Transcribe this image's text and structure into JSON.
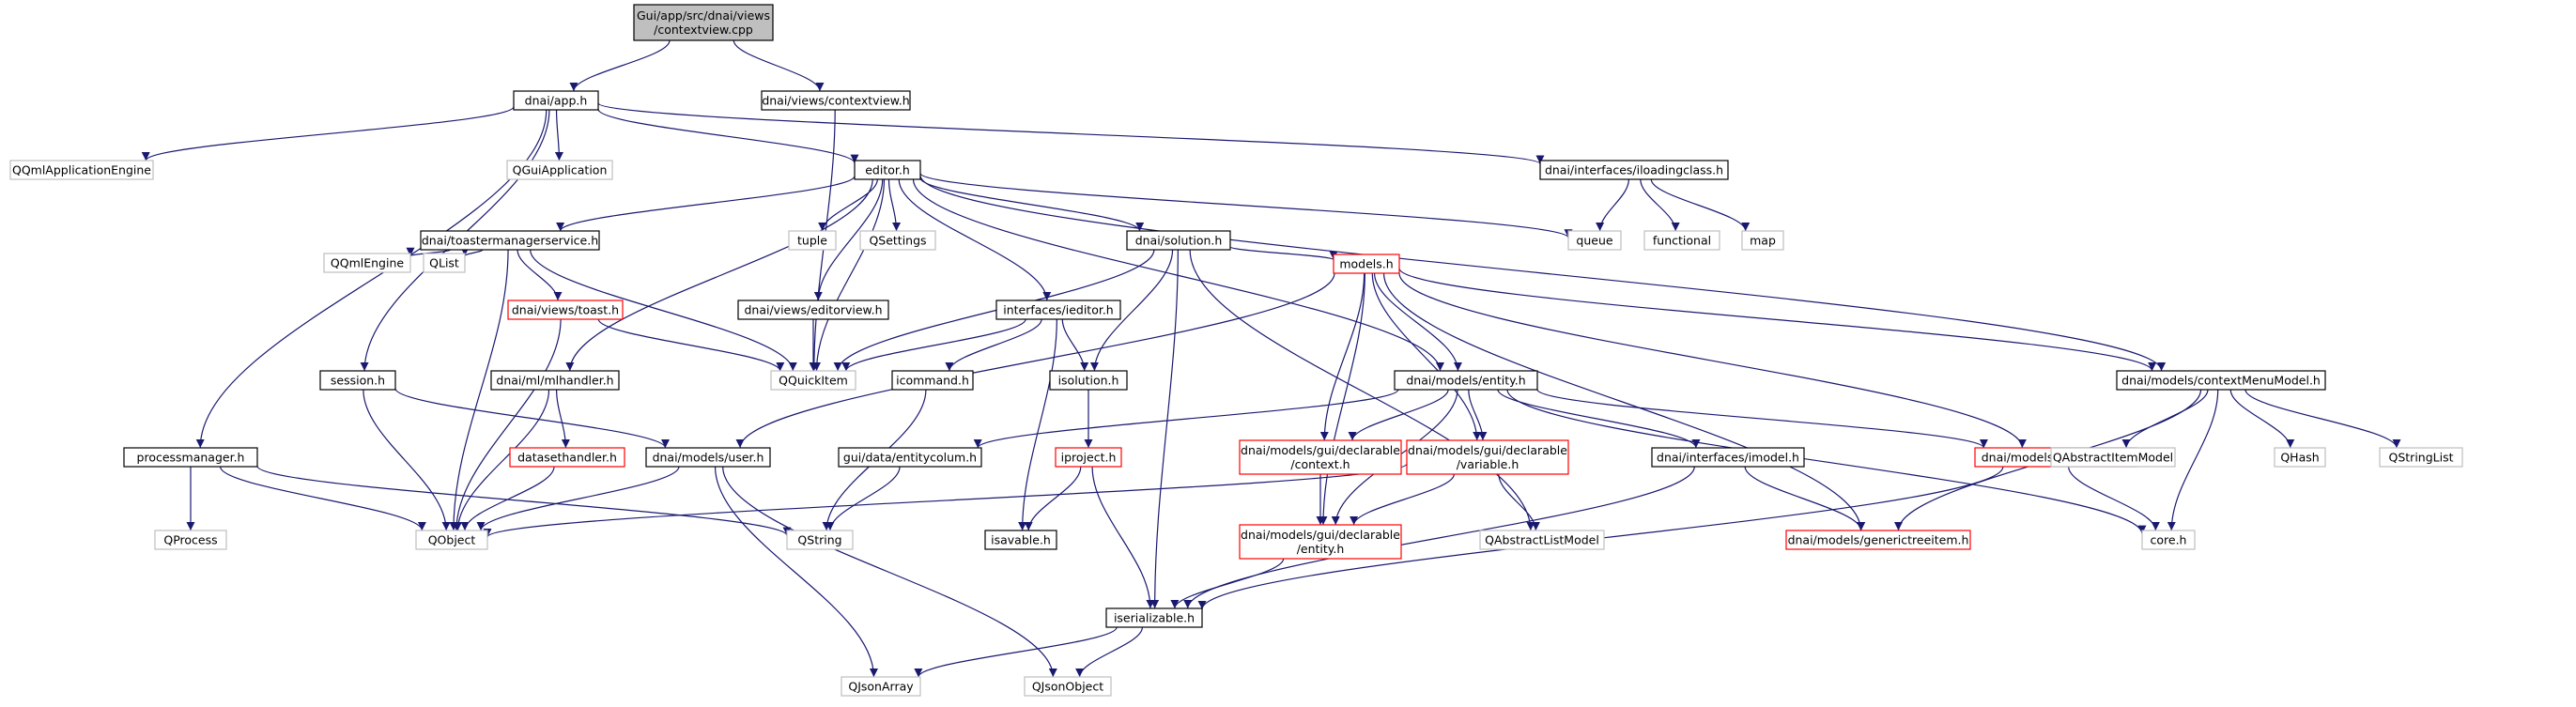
{
  "diagram": {
    "nodes": {
      "root": {
        "lines": [
          "Gui/app/src/dnai/views",
          "/contextview.cpp"
        ],
        "style": "root"
      },
      "app_h": {
        "lines": [
          "dnai/app.h"
        ],
        "style": "normal"
      },
      "views_contextview_h": {
        "lines": [
          "dnai/views/contextview.h"
        ],
        "style": "normal"
      },
      "qqmlapplicationengine": {
        "lines": [
          "QQmlApplicationEngine"
        ],
        "style": "gray"
      },
      "qguiapplication": {
        "lines": [
          "QGuiApplication"
        ],
        "style": "gray"
      },
      "editor_h": {
        "lines": [
          "editor.h"
        ],
        "style": "normal"
      },
      "iloadingclass_h": {
        "lines": [
          "dnai/interfaces/iloadingclass.h"
        ],
        "style": "normal"
      },
      "toastermanagerservice_h": {
        "lines": [
          "dnai/toastermanagerservice.h"
        ],
        "style": "normal"
      },
      "tuple": {
        "lines": [
          "tuple"
        ],
        "style": "gray"
      },
      "qsettings": {
        "lines": [
          "QSettings"
        ],
        "style": "gray"
      },
      "solution_h": {
        "lines": [
          "dnai/solution.h"
        ],
        "style": "normal"
      },
      "queue": {
        "lines": [
          "queue"
        ],
        "style": "gray"
      },
      "functional": {
        "lines": [
          "functional"
        ],
        "style": "gray"
      },
      "map": {
        "lines": [
          "map"
        ],
        "style": "gray"
      },
      "qqmlengine": {
        "lines": [
          "QQmlEngine"
        ],
        "style": "gray"
      },
      "qlist": {
        "lines": [
          "QList"
        ],
        "style": "gray"
      },
      "toast_h": {
        "lines": [
          "dnai/views/toast.h"
        ],
        "style": "red"
      },
      "editorview_h": {
        "lines": [
          "dnai/views/editorview.h"
        ],
        "style": "normal"
      },
      "ieditor_h": {
        "lines": [
          "interfaces/ieditor.h"
        ],
        "style": "normal"
      },
      "models_h": {
        "lines": [
          "models.h"
        ],
        "style": "red"
      },
      "session_h": {
        "lines": [
          "session.h"
        ],
        "style": "normal"
      },
      "mlhandler_h": {
        "lines": [
          "dnai/ml/mlhandler.h"
        ],
        "style": "normal"
      },
      "qquickitem": {
        "lines": [
          "QQuickItem"
        ],
        "style": "gray"
      },
      "icommand_h": {
        "lines": [
          "icommand.h"
        ],
        "style": "normal"
      },
      "isolution_h": {
        "lines": [
          "isolution.h"
        ],
        "style": "normal"
      },
      "models_entity_h": {
        "lines": [
          "dnai/models/entity.h"
        ],
        "style": "normal"
      },
      "contextmenumodel_h": {
        "lines": [
          "dnai/models/contextMenuModel.h"
        ],
        "style": "normal"
      },
      "processmanager_h": {
        "lines": [
          "processmanager.h"
        ],
        "style": "normal"
      },
      "datasethandler_h": {
        "lines": [
          "datasethandler.h"
        ],
        "style": "red"
      },
      "user_h": {
        "lines": [
          "dnai/models/user.h"
        ],
        "style": "normal"
      },
      "entitycolum_h": {
        "lines": [
          "gui/data/entitycolum.h"
        ],
        "style": "normal"
      },
      "iproject_h": {
        "lines": [
          "iproject.h"
        ],
        "style": "red"
      },
      "declarable_context_h": {
        "lines": [
          "dnai/models/gui/declarable",
          "/context.h"
        ],
        "style": "red"
      },
      "declarable_variable_h": {
        "lines": [
          "dnai/models/gui/declarable",
          "/variable.h"
        ],
        "style": "red"
      },
      "imodel_h": {
        "lines": [
          "dnai/interfaces/imodel.h"
        ],
        "style": "normal"
      },
      "core_entity_h": {
        "lines": [
          "dnai/models/core/entity.h"
        ],
        "style": "red"
      },
      "qabstractitemmodel": {
        "lines": [
          "QAbstractItemModel"
        ],
        "style": "gray"
      },
      "qhash": {
        "lines": [
          "QHash"
        ],
        "style": "gray"
      },
      "qstringlist": {
        "lines": [
          "QStringList"
        ],
        "style": "gray"
      },
      "qprocess": {
        "lines": [
          "QProcess"
        ],
        "style": "gray"
      },
      "qobject": {
        "lines": [
          "QObject"
        ],
        "style": "gray"
      },
      "qstring": {
        "lines": [
          "QString"
        ],
        "style": "gray"
      },
      "isavable_h": {
        "lines": [
          "isavable.h"
        ],
        "style": "normal"
      },
      "declarable_entity_h": {
        "lines": [
          "dnai/models/gui/declarable",
          "/entity.h"
        ],
        "style": "red"
      },
      "qabstractlistmodel": {
        "lines": [
          "QAbstractListModel"
        ],
        "style": "gray"
      },
      "generictreeitem_h": {
        "lines": [
          "dnai/models/generictreeitem.h"
        ],
        "style": "red"
      },
      "core_h": {
        "lines": [
          "core.h"
        ],
        "style": "gray"
      },
      "iserializable_h": {
        "lines": [
          "iserializable.h"
        ],
        "style": "normal"
      },
      "qjsonarray": {
        "lines": [
          "QJsonArray"
        ],
        "style": "gray"
      },
      "qjsonobject": {
        "lines": [
          "QJsonObject"
        ],
        "style": "gray"
      }
    },
    "edges": [
      [
        "root",
        "app_h"
      ],
      [
        "root",
        "views_contextview_h"
      ],
      [
        "app_h",
        "qqmlapplicationengine"
      ],
      [
        "app_h",
        "qguiapplication"
      ],
      [
        "app_h",
        "editor_h"
      ],
      [
        "app_h",
        "iloadingclass_h"
      ],
      [
        "app_h",
        "session_h"
      ],
      [
        "app_h",
        "processmanager_h"
      ],
      [
        "views_contextview_h",
        "qquickitem"
      ],
      [
        "iloadingclass_h",
        "queue"
      ],
      [
        "iloadingclass_h",
        "functional"
      ],
      [
        "iloadingclass_h",
        "map"
      ],
      [
        "editor_h",
        "toastermanagerservice_h"
      ],
      [
        "editor_h",
        "tuple"
      ],
      [
        "editor_h",
        "qsettings"
      ],
      [
        "editor_h",
        "solution_h"
      ],
      [
        "editor_h",
        "queue"
      ],
      [
        "editor_h",
        "mlhandler_h"
      ],
      [
        "editor_h",
        "editorview_h"
      ],
      [
        "editor_h",
        "ieditor_h"
      ],
      [
        "editor_h",
        "models_entity_h"
      ],
      [
        "editor_h",
        "contextmenumodel_h"
      ],
      [
        "editor_h",
        "qquickitem"
      ],
      [
        "toastermanagerservice_h",
        "qqmlengine"
      ],
      [
        "toastermanagerservice_h",
        "qlist"
      ],
      [
        "toastermanagerservice_h",
        "toast_h"
      ],
      [
        "toastermanagerservice_h",
        "qquickitem"
      ],
      [
        "toastermanagerservice_h",
        "qobject"
      ],
      [
        "toast_h",
        "qquickitem"
      ],
      [
        "toast_h",
        "qobject"
      ],
      [
        "editorview_h",
        "qquickitem"
      ],
      [
        "ieditor_h",
        "qquickitem"
      ],
      [
        "ieditor_h",
        "icommand_h"
      ],
      [
        "ieditor_h",
        "isolution_h"
      ],
      [
        "ieditor_h",
        "isavable_h"
      ],
      [
        "solution_h",
        "qquickitem"
      ],
      [
        "solution_h",
        "models_h"
      ],
      [
        "solution_h",
        "isolution_h"
      ],
      [
        "solution_h",
        "iserializable_h"
      ],
      [
        "solution_h",
        "qabstractlistmodel"
      ],
      [
        "models_h",
        "user_h"
      ],
      [
        "models_h",
        "models_entity_h"
      ],
      [
        "models_h",
        "declarable_context_h"
      ],
      [
        "models_h",
        "declarable_variable_h"
      ],
      [
        "models_h",
        "declarable_entity_h"
      ],
      [
        "models_h",
        "core_entity_h"
      ],
      [
        "models_h",
        "contextmenumodel_h"
      ],
      [
        "models_h",
        "generictreeitem_h"
      ],
      [
        "session_h",
        "user_h"
      ],
      [
        "session_h",
        "qobject"
      ],
      [
        "mlhandler_h",
        "datasethandler_h"
      ],
      [
        "mlhandler_h",
        "qobject"
      ],
      [
        "icommand_h",
        "qstring"
      ],
      [
        "isolution_h",
        "iproject_h"
      ],
      [
        "iproject_h",
        "isavable_h"
      ],
      [
        "iproject_h",
        "iserializable_h"
      ],
      [
        "models_entity_h",
        "entitycolum_h"
      ],
      [
        "models_entity_h",
        "declarable_context_h"
      ],
      [
        "models_entity_h",
        "declarable_variable_h"
      ],
      [
        "models_entity_h",
        "declarable_entity_h"
      ],
      [
        "models_entity_h",
        "imodel_h"
      ],
      [
        "models_entity_h",
        "core_entity_h"
      ],
      [
        "models_entity_h",
        "core_h"
      ],
      [
        "contextmenumodel_h",
        "qabstractitemmodel"
      ],
      [
        "contextmenumodel_h",
        "qhash"
      ],
      [
        "contextmenumodel_h",
        "qstringlist"
      ],
      [
        "contextmenumodel_h",
        "core_h"
      ],
      [
        "contextmenumodel_h",
        "generictreeitem_h"
      ],
      [
        "processmanager_h",
        "qprocess"
      ],
      [
        "processmanager_h",
        "qobject"
      ],
      [
        "processmanager_h",
        "qstring"
      ],
      [
        "datasethandler_h",
        "qobject"
      ],
      [
        "user_h",
        "qobject"
      ],
      [
        "user_h",
        "qjsonarray"
      ],
      [
        "user_h",
        "qjsonobject"
      ],
      [
        "entitycolum_h",
        "qstring"
      ],
      [
        "declarable_context_h",
        "declarable_entity_h"
      ],
      [
        "declarable_variable_h",
        "declarable_entity_h"
      ],
      [
        "declarable_variable_h",
        "qabstractlistmodel"
      ],
      [
        "declarable_variable_h",
        "qobject"
      ],
      [
        "declarable_entity_h",
        "iserializable_h"
      ],
      [
        "imodel_h",
        "generictreeitem_h"
      ],
      [
        "imodel_h",
        "iserializable_h"
      ],
      [
        "core_entity_h",
        "core_h"
      ],
      [
        "core_entity_h",
        "iserializable_h"
      ],
      [
        "iserializable_h",
        "qjsonarray"
      ],
      [
        "iserializable_h",
        "qjsonobject"
      ]
    ],
    "colors": {
      "normal": "#000000",
      "gray": "#bfbfbf",
      "red": "#ff0000",
      "root_fill": "#bfbfbf",
      "edge": "#191970",
      "text": "#000000"
    }
  }
}
